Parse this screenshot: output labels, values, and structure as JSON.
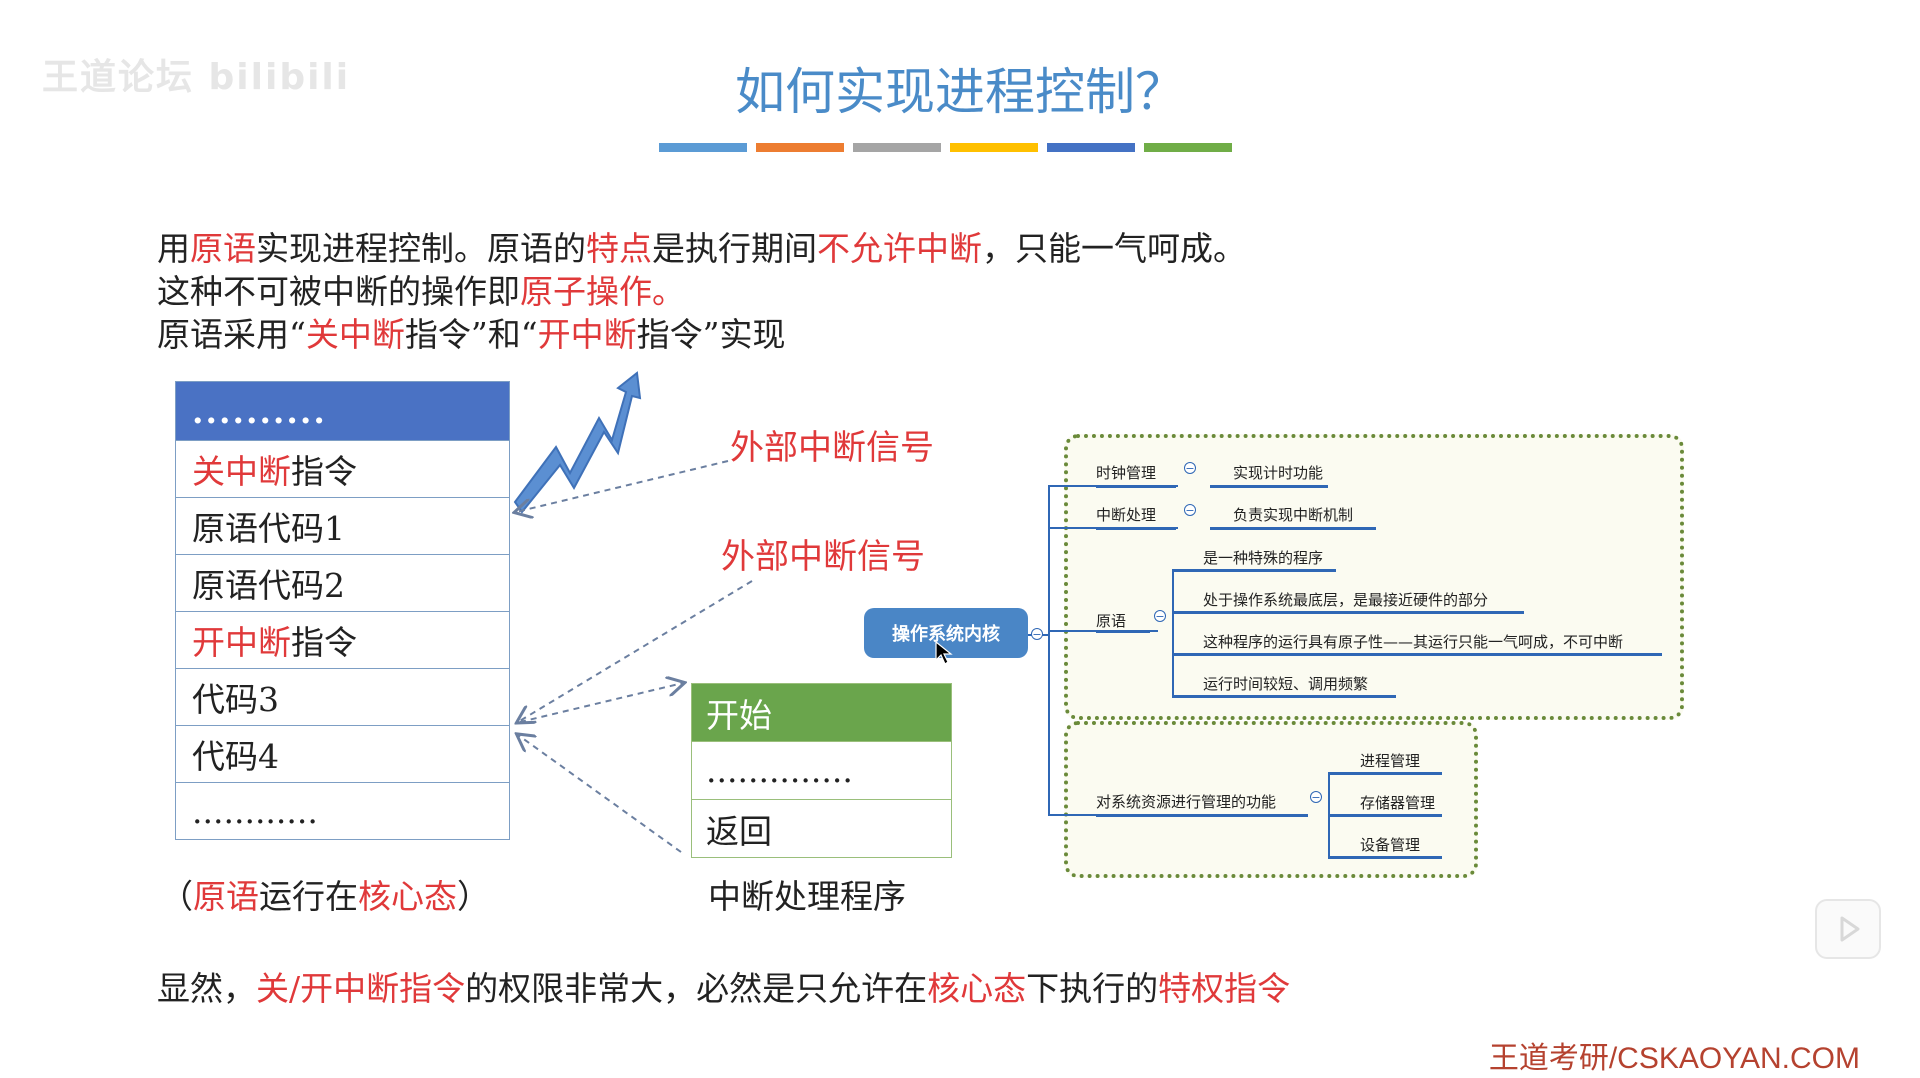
{
  "watermark": "王道论坛 bilibili",
  "title": "如何实现进程控制？",
  "title_bar_colors": [
    "#5b9bd5",
    "#ed7d31",
    "#a5a5a5",
    "#ffc000",
    "#4472c4",
    "#70ad47"
  ],
  "para1": {
    "t1": "用",
    "t2": "原语",
    "t3": "实现进程控制。原语的",
    "t4": "特点",
    "t5": "是执行期间",
    "t6": "不允许中断",
    "t7": "，只能一气呵成。"
  },
  "para2": {
    "t1": "这种不可被中断的操作即",
    "t2": "原子操作。"
  },
  "para3": {
    "t1": "原语采用“",
    "t2": "关中断",
    "t3": "指令”和“",
    "t4": "开中断",
    "t5": "指令”实现"
  },
  "code_table": {
    "head": "..........",
    "row1a": "关中断",
    "row1b": "指令",
    "row2": "原语代码1",
    "row3": "原语代码2",
    "row4a": "开中断",
    "row4b": "指令",
    "row5": "代码3",
    "row6": "代码4",
    "row7": "............"
  },
  "signal1": "外部中断信号",
  "signal2": "外部中断信号",
  "isr_table": {
    "head": "开始",
    "row1": "..............",
    "row2": "返回"
  },
  "caption_core": {
    "t1": "（",
    "t2": "原语",
    "t3": "运行在",
    "t4": "核心态",
    "t5": "）"
  },
  "caption_isr": "中断处理程序",
  "mindmap": {
    "root": "操作系统内核",
    "n1": "时钟管理",
    "n1c": "实现计时功能",
    "n2": "中断处理",
    "n2c": "负责实现中断机制",
    "n3": "原语",
    "n3c1": "是一种特殊的程序",
    "n3c2": "处于操作系统最底层，是最接近硬件的部分",
    "n3c3": "这种程序的运行具有原子性——其运行只能一气呵成，不可中断",
    "n3c4": "运行时间较短、调用频繁",
    "n4": "对系统资源进行管理的功能",
    "n4c1": "进程管理",
    "n4c2": "存储器管理",
    "n4c3": "设备管理"
  },
  "conclusion": {
    "t1": "显然，",
    "t2": "关/开中断指令",
    "t3": "的权限非常大，必然是只允许在",
    "t4": "核心态",
    "t5": "下执行的",
    "t6": "特权指令"
  },
  "footer": "王道考研/CSKAOYAN.COM"
}
